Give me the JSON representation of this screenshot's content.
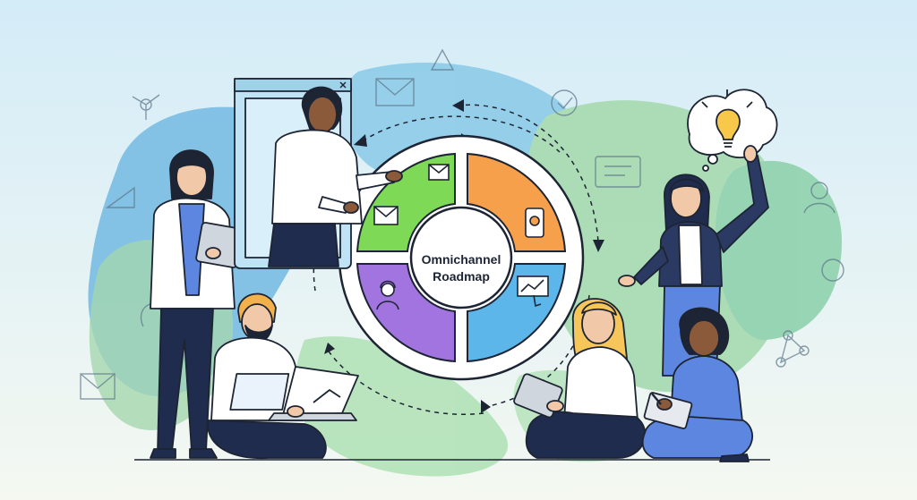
{
  "hub": {
    "line1": "Omnichannel",
    "line2": "Roadmap"
  },
  "colors": {
    "green": "#7ed957",
    "orange": "#f7a04b",
    "blue": "#5cb6ea",
    "purple": "#a174e0",
    "navy": "#1f2c4d",
    "outline": "#1d2433"
  },
  "segments": [
    {
      "color": "green",
      "icon": "envelope-icon"
    },
    {
      "color": "orange",
      "icon": "smartphone-icon"
    },
    {
      "color": "blue",
      "icon": "chart-touch-icon"
    },
    {
      "color": "purple",
      "icon": "support-agent-icon"
    }
  ],
  "people": [
    "woman-with-tablet",
    "man-presenting-in-video-window",
    "man-with-laptop",
    "woman-raising-idea-hand",
    "woman-with-tablet-seated",
    "person-writing-on-clipboard"
  ],
  "decor_icons": [
    "lightbulb-icon",
    "email-icon",
    "triangle-icon",
    "network-icon",
    "user-icon",
    "checkmark-bubble-icon",
    "chat-bubble-icon"
  ]
}
